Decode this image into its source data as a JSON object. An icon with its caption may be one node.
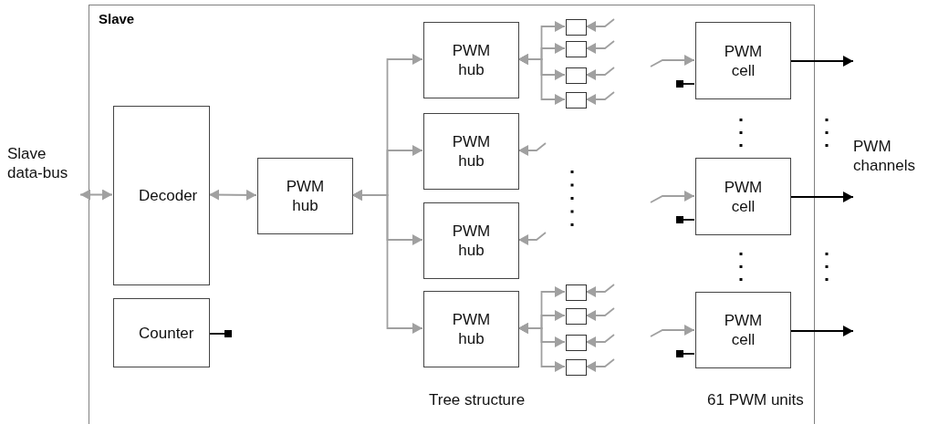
{
  "diagram": {
    "nodes": [
      {
        "text": [
          "Slave"
        ]
      },
      {
        "text": [
          "Decoder"
        ],
        "in": 0
      },
      {
        "text": [
          "Counter"
        ],
        "in": 0
      },
      {
        "text": [
          "PWM hub"
        ],
        "in": 0
      },
      {
        "text": [
          "PWM hub"
        ],
        "in": 0
      },
      {
        "text": [
          "PWM hub"
        ],
        "in": 0
      },
      {
        "text": [
          "PWM hub"
        ],
        "in": 0
      },
      {
        "text": [
          "PWM hub"
        ],
        "in": 0
      },
      {
        "text": [],
        "shape": "box",
        "in": 0
      },
      {
        "text": [],
        "shape": "box",
        "in": 0
      },
      {
        "text": [],
        "shape": "box",
        "in": 0
      },
      {
        "text": [],
        "shape": "box",
        "in": 0
      },
      {
        "text": [],
        "shape": "box",
        "in": 0
      },
      {
        "text": [],
        "shape": "box",
        "in": 0
      },
      {
        "text": [],
        "shape": "box",
        "in": 0
      },
      {
        "text": [],
        "shape": "box",
        "in": 0
      },
      {
        "text": [
          "PWM cell"
        ],
        "in": 0
      },
      {
        "text": [
          "PWM cell"
        ],
        "in": 0
      },
      {
        "text": [
          "PWM cell"
        ],
        "in": 0
      },
      {
        "text": [
          "Slave data-bus"
        ]
      }
    ],
    "edges": [
      {
        "from": 19,
        "to": 1,
        "arrow": "both"
      },
      {
        "from": 1,
        "to": 3,
        "arrow": "both"
      },
      {
        "from": 3,
        "to": 4,
        "arrow": "both"
      },
      {
        "from": 3,
        "to": 5,
        "arrow": "both"
      },
      {
        "from": 3,
        "to": 6,
        "arrow": "both"
      },
      {
        "from": 3,
        "to": 7,
        "arrow": "both"
      },
      {
        "from": 4,
        "to": 8,
        "arrow": "both"
      },
      {
        "from": 4,
        "to": 9,
        "arrow": "both"
      },
      {
        "from": 4,
        "to": 10,
        "arrow": "both"
      },
      {
        "from": 4,
        "to": 11,
        "arrow": "both"
      },
      {
        "from": 7,
        "to": 12,
        "arrow": "both"
      },
      {
        "from": 7,
        "to": 13,
        "arrow": "both"
      },
      {
        "from": 7,
        "to": 14,
        "arrow": "both"
      },
      {
        "from": 7,
        "to": 15,
        "arrow": "both"
      },
      {
        "from": null,
        "to": 8,
        "arrow": "to"
      },
      {
        "from": null,
        "to": 9,
        "arrow": "to"
      },
      {
        "from": null,
        "to": 10,
        "arrow": "to"
      },
      {
        "from": null,
        "to": 11,
        "arrow": "to"
      },
      {
        "from": null,
        "to": 12,
        "arrow": "to"
      },
      {
        "from": null,
        "to": 13,
        "arrow": "to"
      },
      {
        "from": null,
        "to": 14,
        "arrow": "to"
      },
      {
        "from": null,
        "to": 15,
        "arrow": "to"
      },
      {
        "from": null,
        "to": 5,
        "arrow": "to"
      },
      {
        "from": null,
        "to": 6,
        "arrow": "to"
      },
      {
        "from": null,
        "to": 16,
        "arrow": "to"
      },
      {
        "from": null,
        "to": 17,
        "arrow": "to"
      },
      {
        "from": null,
        "to": 18,
        "arrow": "to"
      },
      {
        "from": 2,
        "to": null,
        "arrow": "other",
        "color": "#000000"
      },
      {
        "from": null,
        "to": 16,
        "arrow": "other",
        "color": "#000000"
      },
      {
        "from": null,
        "to": 17,
        "arrow": "other",
        "color": "#000000"
      },
      {
        "from": null,
        "to": 18,
        "arrow": "other",
        "color": "#000000"
      },
      {
        "from": 16,
        "to": null,
        "arrow": "to",
        "color": "#000000"
      },
      {
        "from": 17,
        "to": null,
        "arrow": "to",
        "color": "#000000"
      },
      {
        "from": 18,
        "to": null,
        "arrow": "to",
        "color": "#000000"
      }
    ],
    "labels": [
      "PWM channels",
      "Tree structure",
      "61 PWM units"
    ]
  }
}
